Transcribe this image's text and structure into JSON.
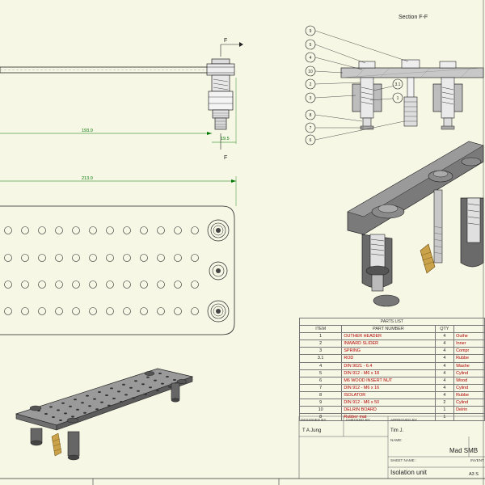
{
  "section": {
    "title": "Section F-F"
  },
  "view_labels": {
    "cut_top": "F",
    "cut_bottom": "F"
  },
  "dimensions": {
    "length_inner": "193.0",
    "offset": "19.5",
    "overall": "213.0"
  },
  "balloons": [
    "9",
    "5",
    "4",
    "10",
    "2",
    "3.1",
    "1",
    "3",
    "8",
    "7",
    "6"
  ],
  "parts_list": {
    "title": "PARTS LIST",
    "headers": {
      "item": "ITEM",
      "part_number": "PART NUMBER",
      "qty": "QTY"
    },
    "rows": [
      {
        "item": "1",
        "part_number": "OUTHER HEADER",
        "qty": "4",
        "desc": "Outhe"
      },
      {
        "item": "2",
        "part_number": "INWARD SLIDER",
        "qty": "4",
        "desc": "Inner"
      },
      {
        "item": "3",
        "part_number": "SPRING",
        "qty": "4",
        "desc": "Compr"
      },
      {
        "item": "3.1",
        "part_number": "ROD",
        "qty": "4",
        "desc": "Rubbe"
      },
      {
        "item": "4",
        "part_number": "DIN 9021 - 6.4",
        "qty": "4",
        "desc": "Washe"
      },
      {
        "item": "5",
        "part_number": "DIN 912 - M6 x 18",
        "qty": "4",
        "desc": "Cylind"
      },
      {
        "item": "6",
        "part_number": "M6 WOOD INSERT NUT",
        "qty": "4",
        "desc": "Wood"
      },
      {
        "item": "7",
        "part_number": "DIN 912 - M6 x 16",
        "qty": "4",
        "desc": "Cylind"
      },
      {
        "item": "8",
        "part_number": "ISOLATOR",
        "qty": "4",
        "desc": "Rubbe"
      },
      {
        "item": "9",
        "part_number": "DIN 912 - M6 x 50",
        "qty": "2",
        "desc": "Cylind"
      },
      {
        "item": "10",
        "part_number": "DELRIN BOARD",
        "qty": "1",
        "desc": "Delrin"
      },
      {
        "item": "8",
        "part_number": "Rubber mat",
        "qty": "1",
        "desc": ""
      }
    ]
  },
  "title_block": {
    "designed_by_label": "DESIGNED BY",
    "designed_by": "T A Jung",
    "checked_by_label": "CHECKED BY",
    "approved_by_label": "APPROVED BY",
    "approved_by": "Tim J.",
    "name_label": "NAME:",
    "name": "Mad SMB",
    "sheet_name_label": "SHEET NAME :",
    "sheet_name": "Isolation unit",
    "size": "A3 S",
    "invent_label": "INVENT"
  },
  "colors": {
    "background": "#f7f7e6",
    "line": "#222222",
    "dimension": "#007700",
    "accent": "#b00000"
  }
}
